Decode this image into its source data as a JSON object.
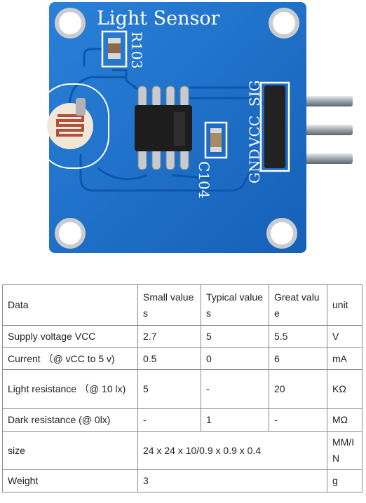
{
  "board": {
    "title": "Light Sensor",
    "resistor_label": "R103",
    "capacitor_label": "C104",
    "pin_labels": [
      "GND",
      "VCC",
      "SIG"
    ],
    "colors": {
      "pcb": "#1a6fc9",
      "pcb_dark": "#0f4f9c",
      "silk": "#ffffff",
      "chip": "#1d1d1d",
      "pin": "#9aa3ab",
      "header": "#222222"
    }
  },
  "table": {
    "header": [
      "Data",
      "Small values",
      "Typical values",
      "Great value",
      "unit"
    ],
    "rows": [
      {
        "label": "Supply voltage VCC",
        "small": "2.7",
        "typical": "5",
        "great": "5.5",
        "unit": "V"
      },
      {
        "label": "Current （@ vCC to 5 v)",
        "small": "0.5",
        "typical": "0",
        "great": "6",
        "unit": "mA"
      },
      {
        "label": "Light resistance （@ 10 lx)",
        "small": "5",
        "typical": "-",
        "great": "20",
        "unit": "KΩ"
      },
      {
        "label": "Dark resistance (@ 0lx)",
        "small": "-",
        "typical": "1",
        "great": "-",
        "unit": "MΩ"
      }
    ],
    "size": {
      "label": "size",
      "value": "24 x 24 x 10/0.9 x 0.9 x 0.4",
      "unit": "MM/IN"
    },
    "weight": {
      "label": "Weight",
      "value": "3",
      "unit": "g"
    }
  }
}
